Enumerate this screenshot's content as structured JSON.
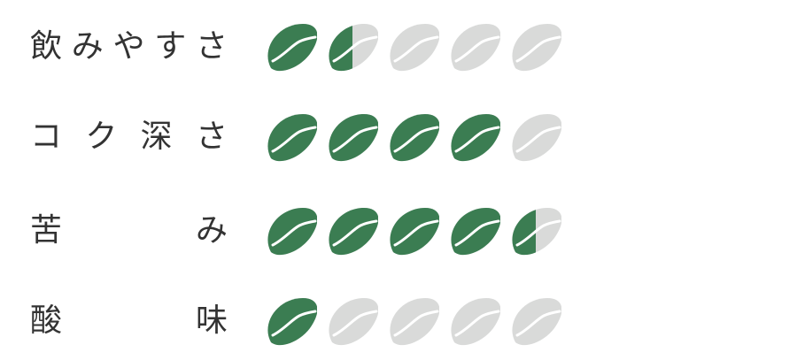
{
  "colors": {
    "bean_filled": "#3b7d52",
    "bean_empty": "#d9dad9",
    "bean_crack": "#ffffff",
    "label_text": "#333333"
  },
  "max_rating": 5,
  "ratings": [
    {
      "chars": [
        "飲",
        "み",
        "や",
        "す",
        "さ"
      ],
      "value": 1.5
    },
    {
      "chars": [
        "コ",
        "ク",
        "深",
        "さ"
      ],
      "value": 4
    },
    {
      "chars": [
        "苦",
        "み"
      ],
      "value": 4.5
    },
    {
      "chars": [
        "酸",
        "味"
      ],
      "value": 1
    }
  ]
}
